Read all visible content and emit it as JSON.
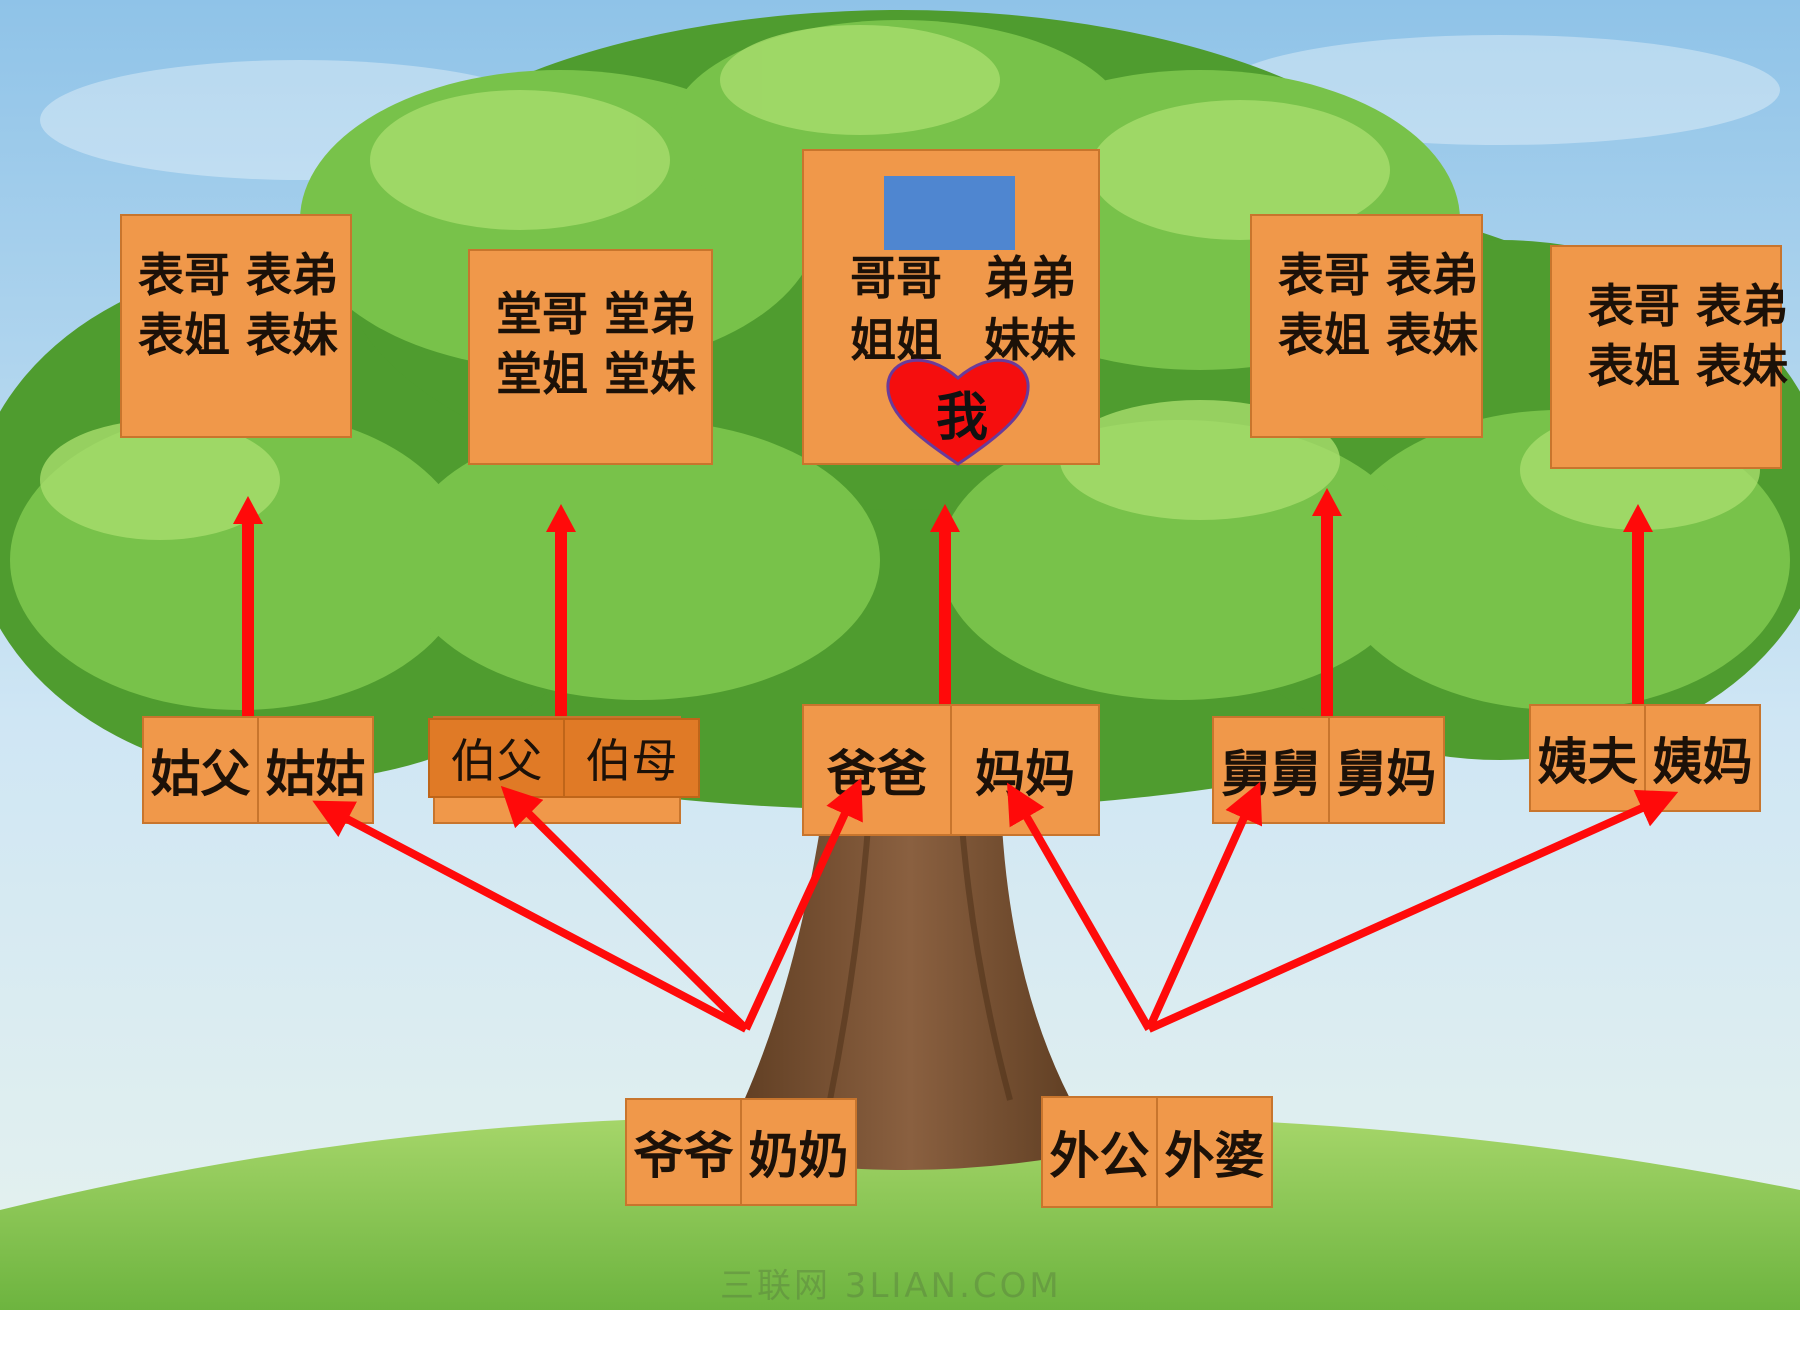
{
  "colors": {
    "box": "#f0984a",
    "arrow": "#ff0a0a",
    "heart": "#f50e0e",
    "marker": "#4f86d0"
  },
  "top_row": [
    {
      "line1": "表哥 表弟",
      "line2": "表姐 表妹"
    },
    {
      "line1": "堂哥  堂弟",
      "line2": "堂姐 堂妹"
    },
    {
      "line1": "表哥 表弟",
      "line2": "表姐 表妹"
    },
    {
      "line1": "表哥 表弟",
      "line2": "表姐 表妹"
    }
  ],
  "siblings": {
    "left_top": "哥哥",
    "right_top": "弟弟",
    "left_bottom": "姐姐",
    "right_bottom": "妹妹",
    "me": "我"
  },
  "middle_row": [
    {
      "a": "姑父",
      "b": "姑姑"
    },
    {
      "a": "伯父",
      "b": "伯母"
    },
    {
      "a": "爸爸",
      "b": "妈妈"
    },
    {
      "a": "舅舅",
      "b": "舅妈"
    },
    {
      "a": "姨夫",
      "b": "姨妈"
    }
  ],
  "grandparents": [
    {
      "a": "爷爷",
      "b": "奶奶"
    },
    {
      "a": "外公",
      "b": "外婆"
    }
  ],
  "watermark": "三联网 3LIAN.COM"
}
